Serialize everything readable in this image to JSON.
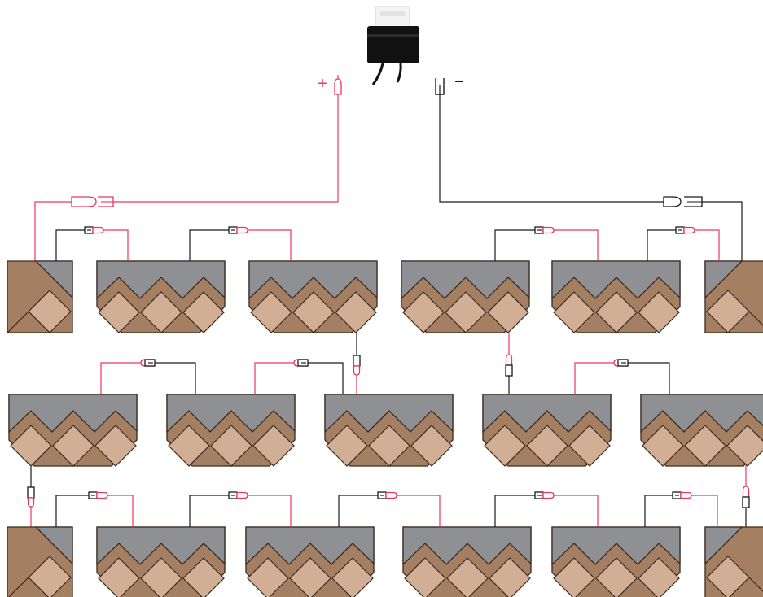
{
  "labels": {
    "positive": "+",
    "negative": "−"
  },
  "icons": {
    "optimizer": "optimizer-box-icon",
    "male_connector": "male-connector-icon",
    "female_connector": "female-connector-icon",
    "tile": "roof-tile-module-icon"
  },
  "colors": {
    "positive_wire": "#e8375e",
    "negative_wire": "#1a1a1a",
    "module_top": "#8e9094",
    "module_outline": "#3a2a20",
    "tile_dark": "#a57f62",
    "tile_light": "#d2ae94",
    "optimizer_body": "#111111"
  },
  "layout": {
    "rows": 3,
    "modules_per_row": [
      6,
      5,
      6
    ]
  }
}
